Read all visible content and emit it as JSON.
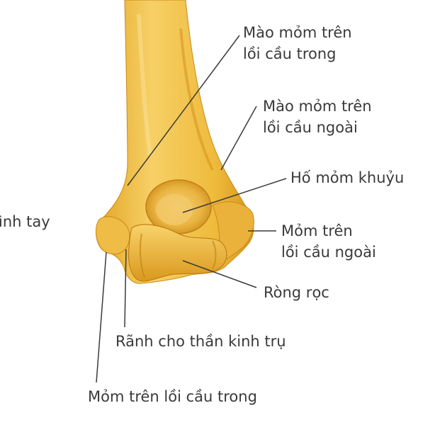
{
  "labels": {
    "medial_crest": {
      "line1": "Mào mỏm trên",
      "line2": "lồi cầu trong"
    },
    "lateral_crest": {
      "line1": "Mào mỏm trên",
      "line2": "lồi cầu ngoài"
    },
    "olecranon_fossa": "Hố mỏm khuỷu",
    "lateral_epicondyle": {
      "line1": "Mỏm trên",
      "line2": "lồi cầu ngoài"
    },
    "trochlea": "Ròng rọc",
    "ulnar_groove": "Rãnh cho thần kinh trụ",
    "medial_epicondyle": "Mỏm trên lồi cầu trong",
    "cut_off_left": "ình tay"
  },
  "colors": {
    "bone_light": "#f3c64a",
    "bone_mid": "#e9ad2a",
    "bone_dark": "#c98412",
    "leader_line": "#3a3a3a",
    "text": "#3a3a3a"
  }
}
